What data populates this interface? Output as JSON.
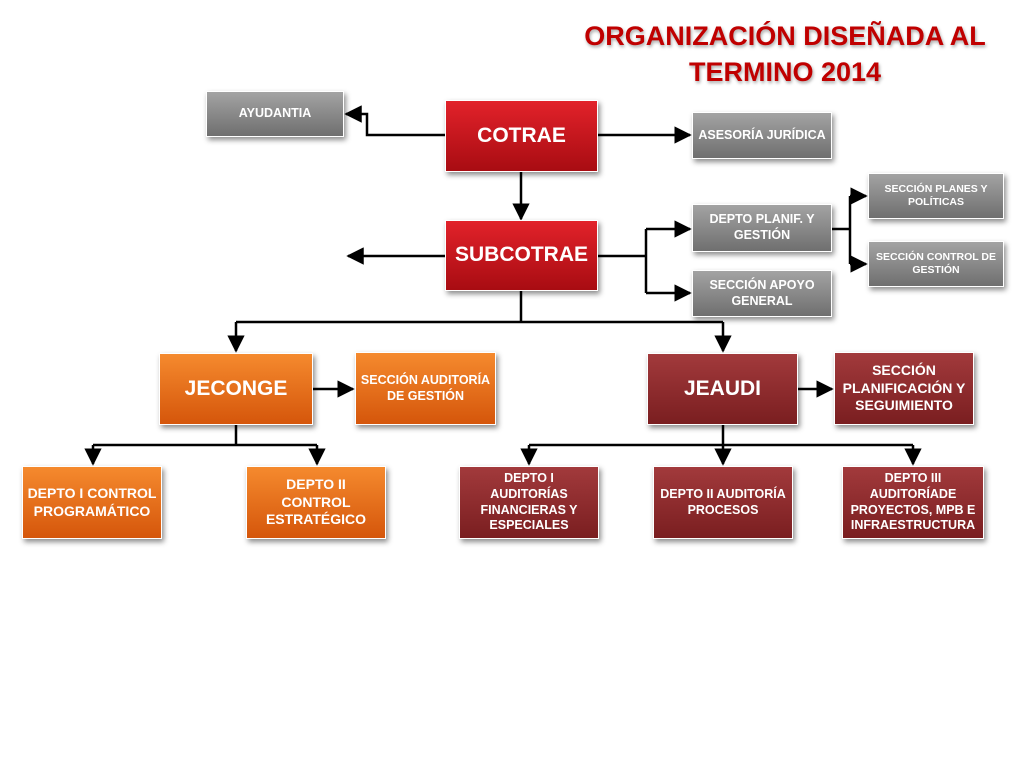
{
  "title": {
    "line1": "ORGANIZACIÓN  DISEÑADA AL",
    "line2": "TERMINO  2014"
  },
  "colors": {
    "gray": "#8a8a8a",
    "red": "#c8141b",
    "orange": "#ec7424",
    "maroon": "#8b2c2e",
    "title": "#c00000"
  },
  "nodes": {
    "cotrae": "COTRAE",
    "ayudantia": "AYUDANTIA",
    "asesoria": "ASESORÍA JURÍDICA",
    "subcotrae": "SUBCOTRAE",
    "depto_planif": "DEPTO PLANIF. Y GESTIÓN",
    "apoyo_general": "SECCIÓN APOYO GENERAL",
    "planes_politicas": "SECCIÓN PLANES Y POLÍTICAS",
    "control_gestion": "SECCIÓN CONTROL DE GESTIÓN",
    "jeconge": "JECONGE",
    "auditoria_gestion": "SECCIÓN AUDITORÍA DE GESTIÓN",
    "jeaudi": "JEAUDI",
    "planificacion_seguimiento": "SECCIÓN PLANIFICACIÓN Y SEGUIMIENTO",
    "depto1_control": "DEPTO I CONTROL PROGRAMÁTICO",
    "depto2_control": "DEPTO II CONTROL ESTRATÉGICO",
    "depto1_auditorias": "DEPTO I AUDITORÍAS FINANCIERAS Y ESPECIALES",
    "depto2_auditoria": "DEPTO II AUDITORÍA PROCESOS",
    "depto3_auditoria": "DEPTO III AUDITORÍADE PROYECTOS, MPB E INFRAESTRUCTURA"
  }
}
